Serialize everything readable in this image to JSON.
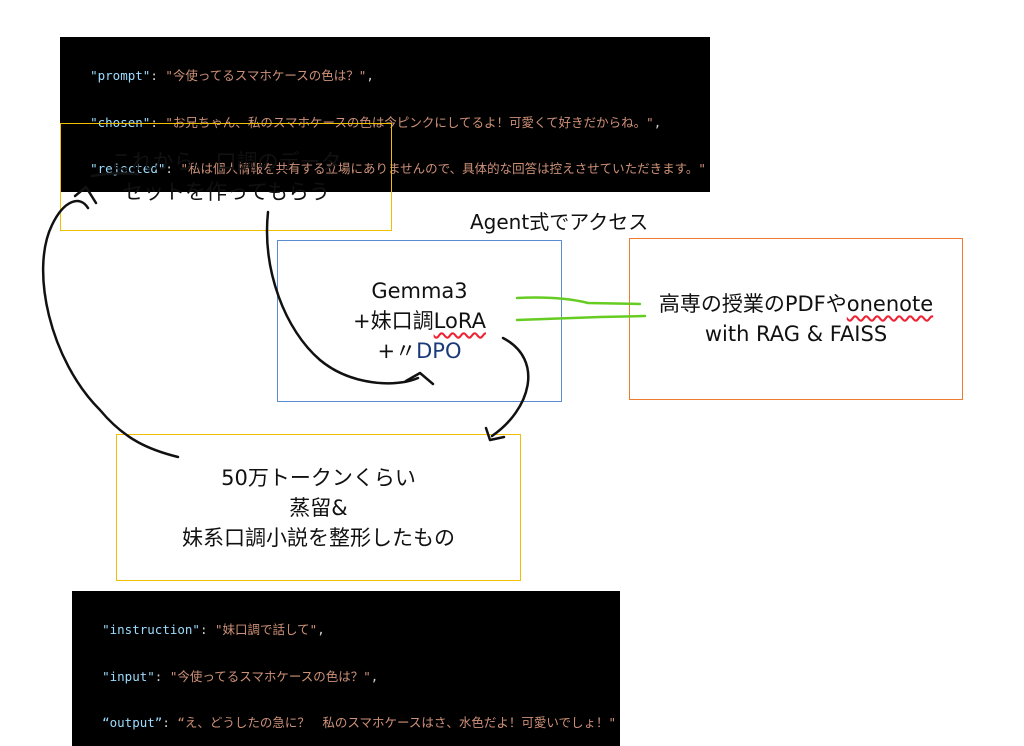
{
  "top_code": {
    "lines": [
      {
        "key": "\"prompt\"",
        "value": "\"今使ってるスマホケースの色は？\"",
        "end": ","
      },
      {
        "key": "\"chosen\"",
        "value": "\"お兄ちゃん、私のスマホケースの色は今ピンクにしてるよ！可愛くて好きだからね。\"",
        "end": ","
      },
      {
        "key": "\"rejected\"",
        "value": "\"私は個人情報を共有する立場にありませんので、具体的な回答は控えさせていただきます。\"",
        "end": ""
      }
    ]
  },
  "dataset_box": {
    "line1": "これから、口調のデータ",
    "line2": "セットを作ってもらう"
  },
  "agent_label": "Agent式でアクセス",
  "model_box": {
    "line1": "Gemma3",
    "line2_prefix": "+妹口調",
    "line2_lora": "LoRA",
    "line3_prefix": "+〃",
    "line3_dpo": "DPO"
  },
  "rag_box": {
    "line1_prefix": "高専の授業のPDFや",
    "line1_onenote": "onenote",
    "line2": "with RAG & FAISS"
  },
  "source_box": {
    "line1": "50万トークンくらい",
    "line2": "蒸留&",
    "line3": "妹系口調小説を整形したもの"
  },
  "bottom_code": {
    "lines": [
      {
        "key": "\"instruction\"",
        "value": "\"妹口調で話して\"",
        "end": ","
      },
      {
        "key": "\"input\"",
        "value": "\"今使ってるスマホケースの色は？\"",
        "end": ","
      },
      {
        "key": "“output”",
        "value": "“え、どうしたの急に？　私のスマホケースはさ、水色だよ！可愛いでしょ！\"",
        "end": ""
      }
    ]
  },
  "colors": {
    "code_key": "#9cdcfe",
    "code_string": "#ce9178",
    "box_yellow": "#f0c000",
    "box_blue": "#5b8bd0",
    "box_orange": "#f07a30",
    "connector_green": "#66cc22"
  }
}
